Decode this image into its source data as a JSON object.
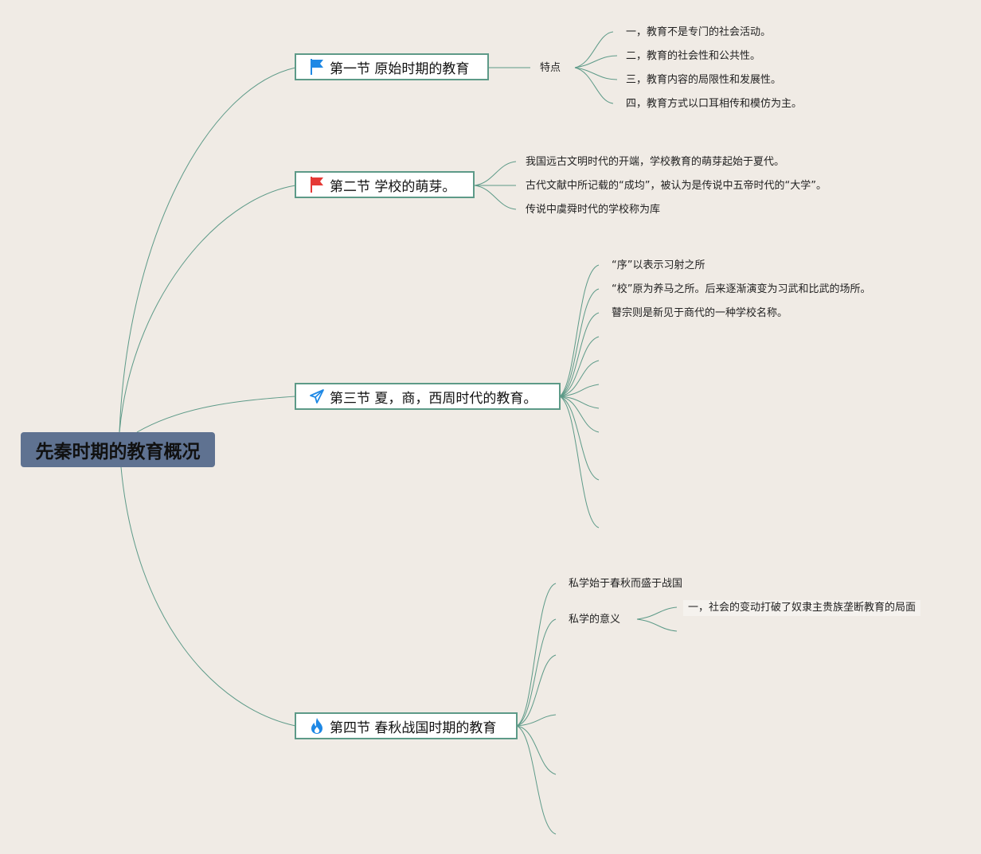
{
  "root": {
    "label": "先秦时期的教育概况"
  },
  "sections": [
    {
      "label": "第一节 原始时期的教育",
      "icon": "blue-flag-icon",
      "color": "#1e88e5",
      "sub": {
        "label": "特点",
        "items": [
          "一，教育不是专门的社会活动。",
          "二，教育的社会性和公共性。",
          "三，教育内容的局限性和发展性。",
          "四，教育方式以口耳相传和模仿为主。"
        ]
      }
    },
    {
      "label": "第二节 学校的萌芽。",
      "icon": "red-flag-icon",
      "color": "#e53935",
      "items": [
        "我国远古文明时代的开端，学校教育的萌芽起始于夏代。",
        "古代文献中所记载的“成均”，被认为是传说中五帝时代的“大学”。",
        "传说中虞舜时代的学校称为库"
      ]
    },
    {
      "label": "第三节 夏，商，西周时代的教育。",
      "icon": "paper-plane-icon",
      "color": "#1e88e5",
      "items": [
        "“序”以表示习射之所",
        "“校”原为养马之所。后来逐渐演变为习武和比武的场所。",
        "瞽宗则是新见于商代的一种学校名称。"
      ]
    },
    {
      "label": "第四节 春秋战国时期的教育",
      "icon": "flame-icon",
      "color": "#1e88e5",
      "items": [
        "私学始于春秋而盛于战国"
      ],
      "sub": {
        "label": "私学的意义",
        "items": [
          "一，社会的变动打破了奴隶主贵族垄断教育的局面"
        ]
      }
    }
  ]
}
